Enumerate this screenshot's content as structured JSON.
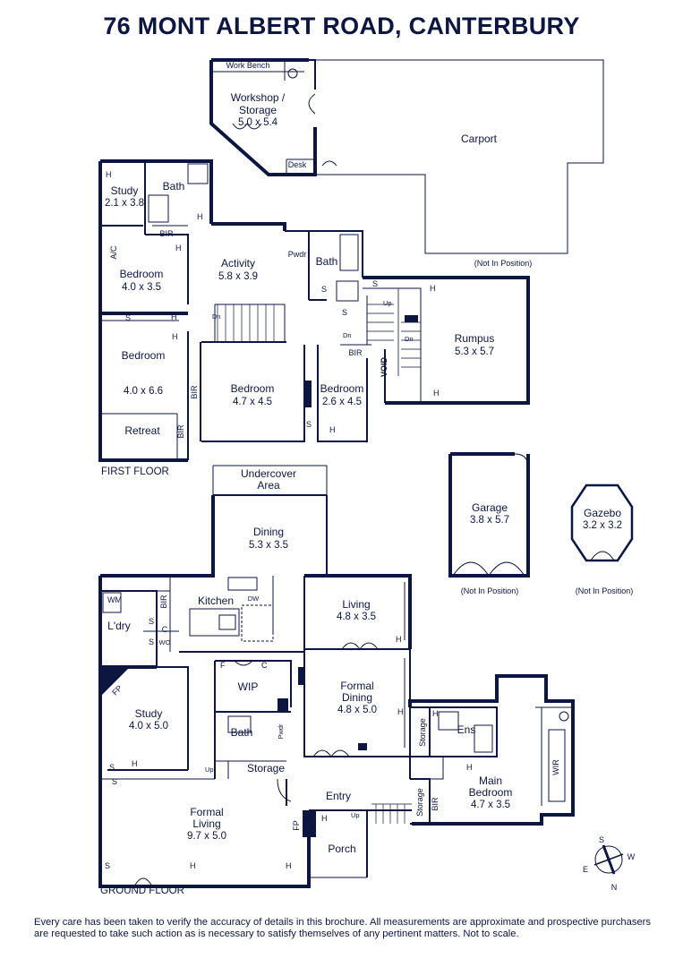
{
  "title": "76 MONT ALBERT ROAD, CANTERBURY",
  "disclaimer": "Every care has been taken to verify the accuracy of details in this brochure. All measurements are approximate and prospective purchasers are requested to take such action as is necessary to satisfy themselves of any pertinent matters. Not to scale.",
  "colors": {
    "wall": "#0d1640",
    "background": "#ffffff"
  },
  "floors": {
    "first": "FIRST FLOOR",
    "ground": "GROUND FLOOR"
  },
  "outbuildings": {
    "workshop": {
      "name": "Workshop / Storage",
      "name_l1": "Workshop /",
      "name_l2": "Storage",
      "dims": "5.0 x 5.4"
    },
    "work_bench": "Work Bench",
    "desk": "Desk",
    "carport": "Carport",
    "carport_note": "(Not In Position)",
    "garage": {
      "name": "Garage",
      "dims": "3.8 x 5.7",
      "note": "(Not In Position)"
    },
    "gazebo": {
      "name": "Gazebo",
      "dims": "3.2 x 3.2",
      "note": "(Not In Position)"
    }
  },
  "first_floor_rooms": {
    "study": {
      "name": "Study",
      "dims": "2.1 x 3.8"
    },
    "bath": "Bath",
    "bath2": "Bath",
    "bedroom1": {
      "name": "Bedroom",
      "dims": "4.0 x 3.5"
    },
    "activity": {
      "name": "Activity",
      "dims": "5.8 x 3.9"
    },
    "pwdr": "Pwdr",
    "bedroom2": {
      "name": "Bedroom",
      "dims": "4.0 x 6.6"
    },
    "retreat": "Retreat",
    "bedroom3": {
      "name": "Bedroom",
      "dims": "4.7 x 4.5"
    },
    "bedroom4": {
      "name": "Bedroom",
      "dims": "2.6 x 4.5"
    },
    "rumpus": {
      "name": "Rumpus",
      "dims": "5.3 x 5.7"
    },
    "void": "VOID"
  },
  "ground_floor_rooms": {
    "undercover": {
      "l1": "Undercover",
      "l2": "Area"
    },
    "dining": {
      "name": "Dining",
      "dims": "5.3 x 3.5"
    },
    "kitchen": "Kitchen",
    "laundry": "L'dry",
    "living": {
      "name": "Living",
      "dims": "4.8 x 3.5"
    },
    "formal_dining": {
      "l1": "Formal",
      "l2": "Dining",
      "dims": "4.8 x 5.0"
    },
    "study": {
      "name": "Study",
      "dims": "4.0 x 5.0"
    },
    "wip": "WIP",
    "bath": "Bath",
    "storage": "Storage",
    "entry": "Entry",
    "formal_living": {
      "l1": "Formal",
      "l2": "Living",
      "dims": "9.7 x 5.0"
    },
    "porch": "Porch",
    "ens": "Ens",
    "main_bedroom": {
      "l1": "Main",
      "l2": "Bedroom",
      "dims": "4.7 x 3.5"
    },
    "wir": "WIR"
  },
  "labels": {
    "H": "H",
    "S": "S",
    "C": "C",
    "F": "F",
    "BIR": "BIR",
    "AC": "A/C",
    "Dn": "Dn",
    "Up": "Up",
    "DW": "DW",
    "WM": "WM",
    "WO": "WO",
    "FP": "FP",
    "Pwdr": "Pwdr"
  },
  "compass": {
    "n": "N",
    "s": "S",
    "e": "E",
    "w": "W"
  }
}
